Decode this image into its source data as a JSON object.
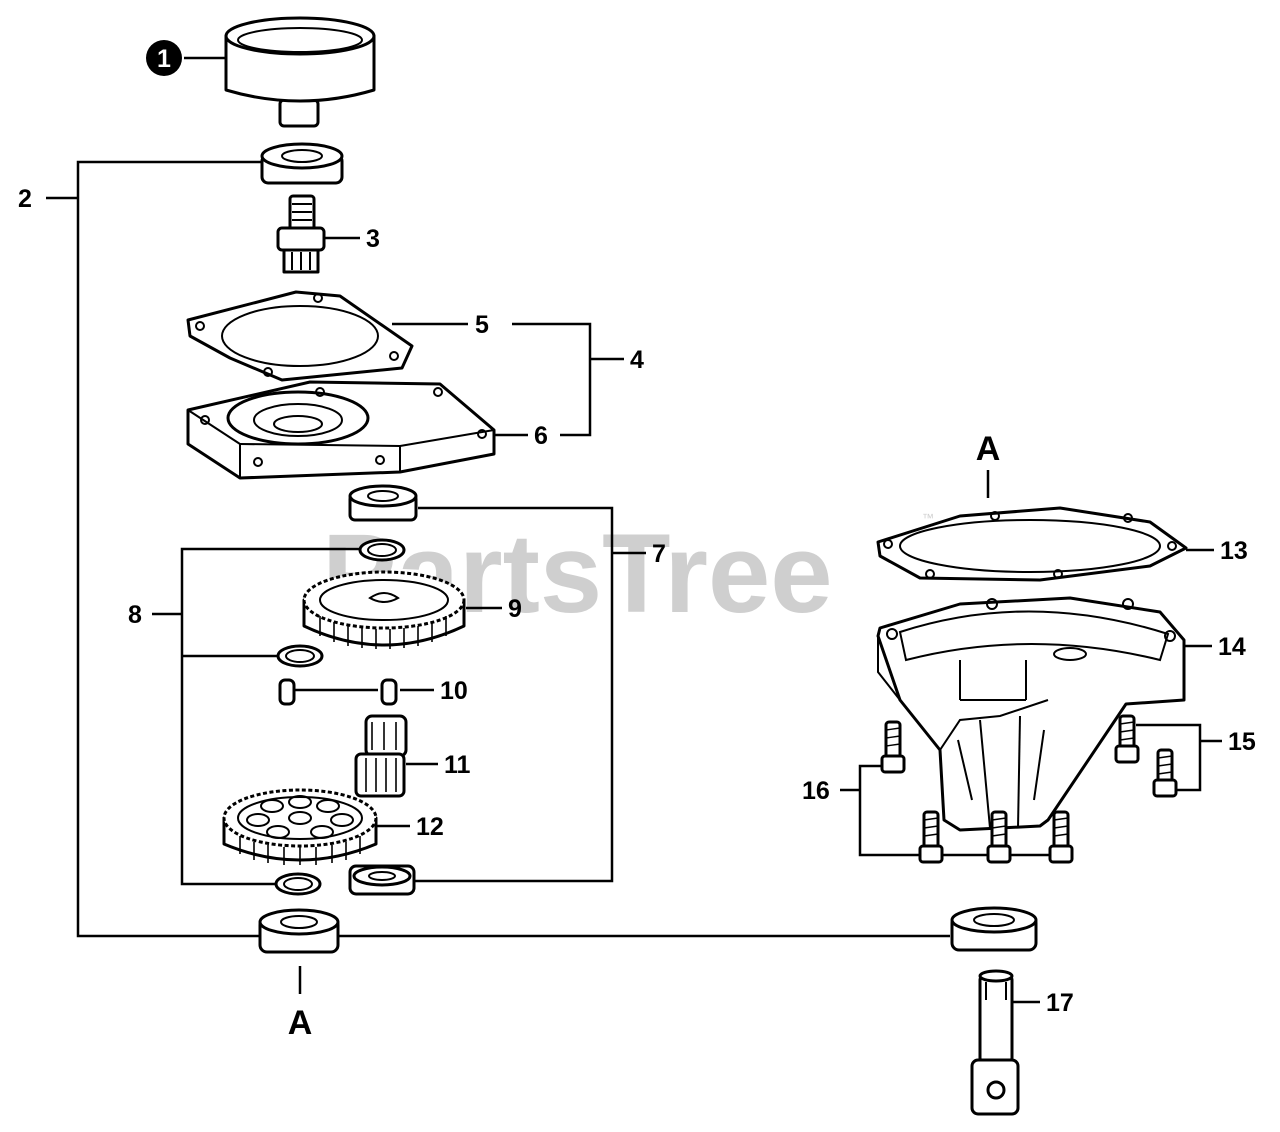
{
  "watermark": {
    "text": "PartsTree",
    "trademark": "™"
  },
  "callouts": {
    "c1": "1",
    "c2": "2",
    "c3": "3",
    "c4": "4",
    "c5": "5",
    "c6": "6",
    "c7": "7",
    "c8": "8",
    "c9": "9",
    "c10": "10",
    "c11": "11",
    "c12": "12",
    "c13": "13",
    "c14": "14",
    "c15": "15",
    "c16": "16",
    "c17": "17"
  },
  "markers": {
    "a_left": "A",
    "a_right": "A"
  }
}
